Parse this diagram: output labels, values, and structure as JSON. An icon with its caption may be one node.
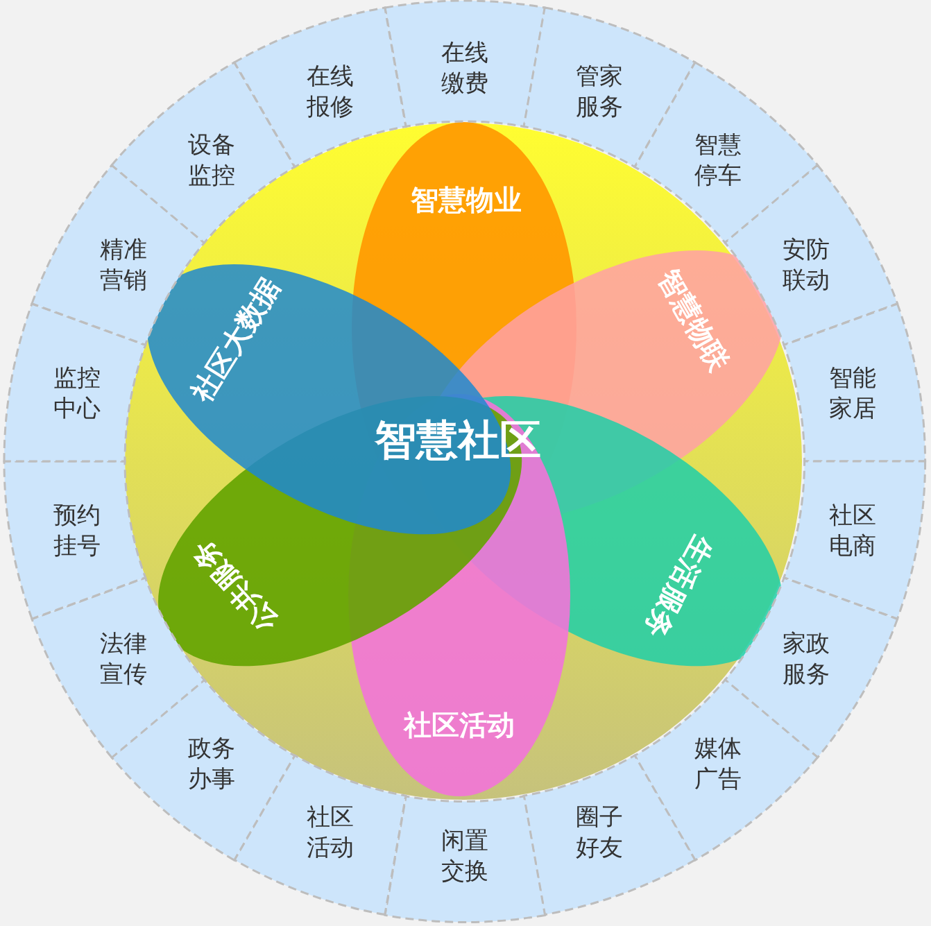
{
  "diagram": {
    "nodes": [
      {
        "text": [],
        "shape": "circle"
      },
      {
        "text": [
          "智慧物业"
        ],
        "in": 0
      },
      {
        "text": [
          "智慧物联"
        ],
        "in": 0
      },
      {
        "text": [
          "生活服务"
        ],
        "in": 0
      },
      {
        "text": [
          "社区活动"
        ],
        "in": 0
      },
      {
        "text": [
          "公共服务"
        ],
        "in": 0
      },
      {
        "text": [
          "社区大数据"
        ],
        "in": 0
      },
      {
        "text": [
          "在线缴费"
        ]
      },
      {
        "text": [
          "管家服务"
        ]
      },
      {
        "text": [
          "智慧停车"
        ]
      },
      {
        "text": [
          "安防联动"
        ]
      },
      {
        "text": [
          "智能家居"
        ]
      },
      {
        "text": [
          "社区电商"
        ]
      },
      {
        "text": [
          "家政服务"
        ]
      },
      {
        "text": [
          "媒体广告"
        ]
      },
      {
        "text": [
          "圈子好友"
        ]
      },
      {
        "text": [
          "闲置交换"
        ]
      },
      {
        "text": [
          "社区活动"
        ]
      },
      {
        "text": [
          "政务办事"
        ]
      },
      {
        "text": [
          "法律宣传"
        ]
      },
      {
        "text": [
          "预约挂号"
        ]
      },
      {
        "text": [
          "监控中心"
        ]
      },
      {
        "text": [
          "精准营销"
        ]
      },
      {
        "text": [
          "设备监控"
        ]
      },
      {
        "text": [
          "在线报修"
        ]
      }
    ],
    "labels": [
      "智慧社区"
    ]
  }
}
